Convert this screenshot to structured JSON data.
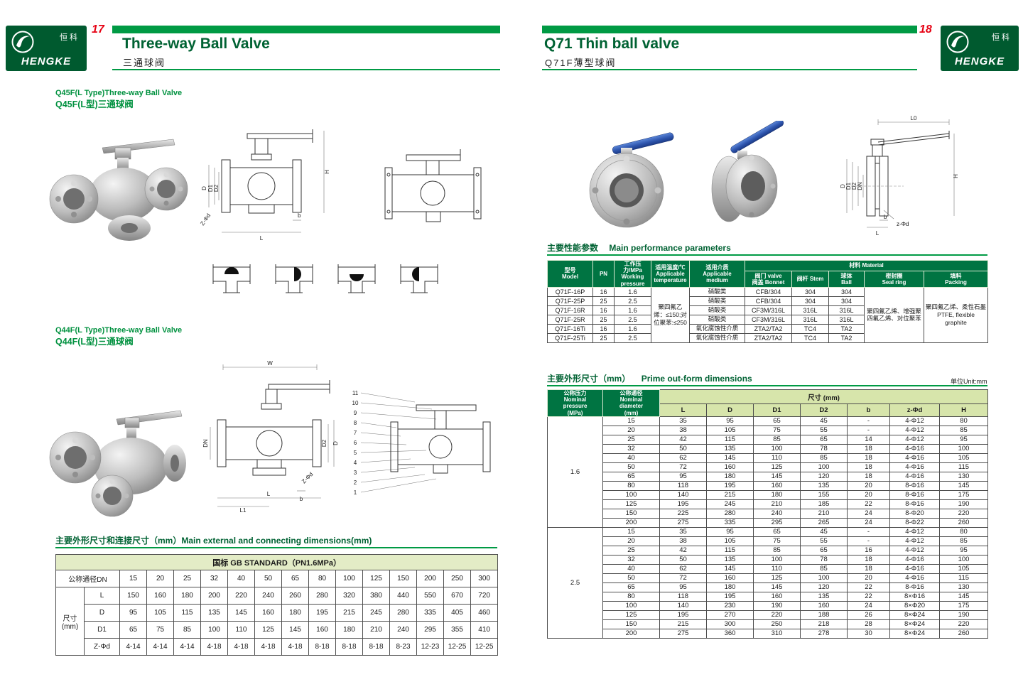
{
  "brand": {
    "logo_cn": "恒科",
    "logo_en": "HENGKE"
  },
  "header": {
    "left_page_number": "17",
    "right_page_number": "18",
    "left_title_en": "Three-way Ball Valve",
    "left_title_cn": "三通球阀",
    "right_title_en": "Q71 Thin ball valve",
    "right_title_cn": "Q71F薄型球阀"
  },
  "left_page": {
    "section_q45f": {
      "title_en": "Q45F(L Type)Three-way Ball Valve",
      "title_cn": "Q45F(L型)三通球阀"
    },
    "section_q44f": {
      "title_en": "Q44F(L Type)Three-way Ball Valve",
      "title_cn": "Q44F(L型)三通球阀"
    },
    "dimensions_table": {
      "title": "主要外形尺寸和连接尺寸（mm）Main external and connecting dimensions(mm)",
      "standard_header": "国标 GB STANDARD（PN1.6MPa）",
      "dn_label": "公称通径DN",
      "size_label": "尺寸\n(mm)",
      "dn_values": [
        "15",
        "20",
        "25",
        "32",
        "40",
        "50",
        "65",
        "80",
        "100",
        "125",
        "150",
        "200",
        "250",
        "300"
      ],
      "rows": [
        {
          "label": "L",
          "values": [
            "150",
            "160",
            "180",
            "200",
            "220",
            "240",
            "260",
            "280",
            "320",
            "380",
            "440",
            "550",
            "670",
            "720"
          ]
        },
        {
          "label": "D",
          "values": [
            "95",
            "105",
            "115",
            "135",
            "145",
            "160",
            "180",
            "195",
            "215",
            "245",
            "280",
            "335",
            "405",
            "460"
          ]
        },
        {
          "label": "D1",
          "values": [
            "65",
            "75",
            "85",
            "100",
            "110",
            "125",
            "145",
            "160",
            "180",
            "210",
            "240",
            "295",
            "355",
            "410"
          ]
        },
        {
          "label": "Z-Φd",
          "values": [
            "4-14",
            "4-14",
            "4-14",
            "4-18",
            "4-18",
            "4-18",
            "4-18",
            "8-18",
            "8-18",
            "8-18",
            "8-23",
            "12-23",
            "12-25",
            "12-25"
          ]
        }
      ]
    }
  },
  "right_page": {
    "performance_title_cn": "主要性能参数",
    "performance_title_en": "Main performance parameters",
    "outform_title_cn": "主要外形尺寸（mm）",
    "outform_title_en": "Prime out-form dimensions",
    "performance_table": {
      "col_headers": {
        "model": "型号\nModel",
        "pn": "PN",
        "pressure": "工作压力/MPa\nWorking\npressure",
        "temperature": "适用温度/℃\nApplicable\ntemperature",
        "medium": "适用介质\nApplicable\nmedium",
        "material_group": "材料 Material",
        "bonnet": "阀门 valve\n阀盖 Bonnet",
        "stem": "阀杆 Stem",
        "ball": "球体\nBall",
        "seal": "密封圈\nSeal ring",
        "packing": "填料\nPacking"
      },
      "temperature_value": "聚四氟乙烯：≤150;对位聚苯:≤250",
      "seal_value": "聚四氟乙烯、增强聚四氟乙烯、对位聚苯",
      "packing_value": "聚四氟乙烯、柔性石墨 PTFE, flexible graphite",
      "rows": [
        {
          "model": "Q71F-16P",
          "pn": "16",
          "pressure": "1.6",
          "medium": "硝酸类",
          "bonnet": "CFB/304",
          "stem": "304",
          "ball": "304"
        },
        {
          "model": "Q71F-25P",
          "pn": "25",
          "pressure": "2.5",
          "medium": "硝酸类",
          "bonnet": "CFB/304",
          "stem": "304",
          "ball": "304"
        },
        {
          "model": "Q71F-16R",
          "pn": "16",
          "pressure": "1.6",
          "medium": "硝酸类",
          "bonnet": "CF3M/316L",
          "stem": "316L",
          "ball": "316L"
        },
        {
          "model": "Q71F-25R",
          "pn": "25",
          "pressure": "2.5",
          "medium": "硝酸类",
          "bonnet": "CF3M/316L",
          "stem": "316L",
          "ball": "316L"
        },
        {
          "model": "Q71F-16Ti",
          "pn": "16",
          "pressure": "1.6",
          "medium": "氧化腐蚀性介质",
          "bonnet": "ZTA2/TA2",
          "stem": "TC4",
          "ball": "TA2"
        },
        {
          "model": "Q71F-25Ti",
          "pn": "25",
          "pressure": "2.5",
          "medium": "氧化腐蚀性介质",
          "bonnet": "ZTA2/TA2",
          "stem": "TC4",
          "ball": "TA2"
        }
      ]
    },
    "outform_table": {
      "unit_note": "单位Unit:mm",
      "pressure_header": "公称压力\nNominal\npressure\n(MPa)",
      "diameter_header": "公称通径\nNominal\ndiameter\n(mm)",
      "size_group_header": "尺寸 (mm)",
      "dim_headers": [
        "L",
        "D",
        "D1",
        "D2",
        "b",
        "z-Φd",
        "H"
      ],
      "sections": [
        {
          "pressure": "1.6",
          "rows": [
            [
              "15",
              "35",
              "95",
              "65",
              "45",
              "-",
              "4-Φ12",
              "80"
            ],
            [
              "20",
              "38",
              "105",
              "75",
              "55",
              "-",
              "4-Φ12",
              "85"
            ],
            [
              "25",
              "42",
              "115",
              "85",
              "65",
              "14",
              "4-Φ12",
              "95"
            ],
            [
              "32",
              "50",
              "135",
              "100",
              "78",
              "18",
              "4-Φ16",
              "100"
            ],
            [
              "40",
              "62",
              "145",
              "110",
              "85",
              "18",
              "4-Φ16",
              "105"
            ],
            [
              "50",
              "72",
              "160",
              "125",
              "100",
              "18",
              "4-Φ16",
              "115"
            ],
            [
              "65",
              "95",
              "180",
              "145",
              "120",
              "18",
              "4-Φ16",
              "130"
            ],
            [
              "80",
              "118",
              "195",
              "160",
              "135",
              "20",
              "8-Φ16",
              "145"
            ],
            [
              "100",
              "140",
              "215",
              "180",
              "155",
              "20",
              "8-Φ16",
              "175"
            ],
            [
              "125",
              "195",
              "245",
              "210",
              "185",
              "22",
              "8-Φ16",
              "190"
            ],
            [
              "150",
              "225",
              "280",
              "240",
              "210",
              "24",
              "8-Φ20",
              "220"
            ],
            [
              "200",
              "275",
              "335",
              "295",
              "265",
              "24",
              "8-Φ22",
              "260"
            ]
          ]
        },
        {
          "pressure": "2.5",
          "rows": [
            [
              "15",
              "35",
              "95",
              "65",
              "45",
              "-",
              "4-Φ12",
              "80"
            ],
            [
              "20",
              "38",
              "105",
              "75",
              "55",
              "-",
              "4-Φ12",
              "85"
            ],
            [
              "25",
              "42",
              "115",
              "85",
              "65",
              "16",
              "4-Φ12",
              "95"
            ],
            [
              "32",
              "50",
              "135",
              "100",
              "78",
              "18",
              "4-Φ16",
              "100"
            ],
            [
              "40",
              "62",
              "145",
              "110",
              "85",
              "18",
              "4-Φ16",
              "105"
            ],
            [
              "50",
              "72",
              "160",
              "125",
              "100",
              "20",
              "4-Φ16",
              "115"
            ],
            [
              "65",
              "95",
              "180",
              "145",
              "120",
              "22",
              "8-Φ16",
              "130"
            ],
            [
              "80",
              "118",
              "195",
              "160",
              "135",
              "22",
              "8×Φ16",
              "145"
            ],
            [
              "100",
              "140",
              "230",
              "190",
              "160",
              "24",
              "8×Φ20",
              "175"
            ],
            [
              "125",
              "195",
              "270",
              "220",
              "188",
              "26",
              "8×Φ24",
              "190"
            ],
            [
              "150",
              "215",
              "300",
              "250",
              "218",
              "28",
              "8×Φ24",
              "220"
            ],
            [
              "200",
              "275",
              "360",
              "310",
              "278",
              "30",
              "8×Φ24",
              "260"
            ]
          ]
        }
      ]
    }
  },
  "drawings": {
    "q45f_front": [
      "D",
      "D1",
      "D2",
      "H",
      "L",
      "b",
      "Z-Φd"
    ],
    "q44f_front": [
      "W",
      "DN",
      "D2",
      "D",
      "L",
      "L1",
      "b",
      "Z-Φd"
    ],
    "q44f_parts": [
      "11",
      "10",
      "9",
      "8",
      "7",
      "6",
      "5",
      "4",
      "3",
      "2",
      "1"
    ],
    "q71_dim": [
      "L0",
      "H",
      "D",
      "D1",
      "D2",
      "DN",
      "z-Φd",
      "b",
      "L"
    ]
  }
}
